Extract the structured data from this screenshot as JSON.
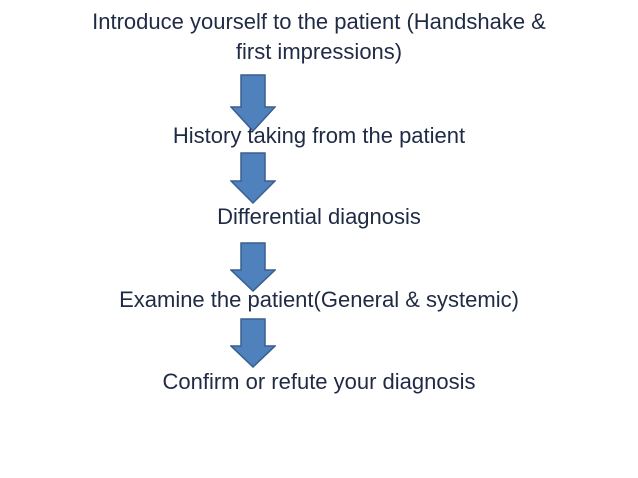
{
  "steps": [
    {
      "lines": [
        "Introduce yourself to the patient (Handshake &",
        "first impressions)"
      ]
    },
    {
      "lines": [
        "History taking from the patient"
      ]
    },
    {
      "lines": [
        "Differential diagnosis"
      ]
    },
    {
      "lines": [
        "Examine the patient(General & systemic)"
      ]
    },
    {
      "lines": [
        "Confirm or refute your diagnosis"
      ]
    }
  ],
  "colors": {
    "text": "#1f2a44",
    "arrow_fill": "#4f81bd",
    "arrow_stroke": "#3a5f8f"
  }
}
